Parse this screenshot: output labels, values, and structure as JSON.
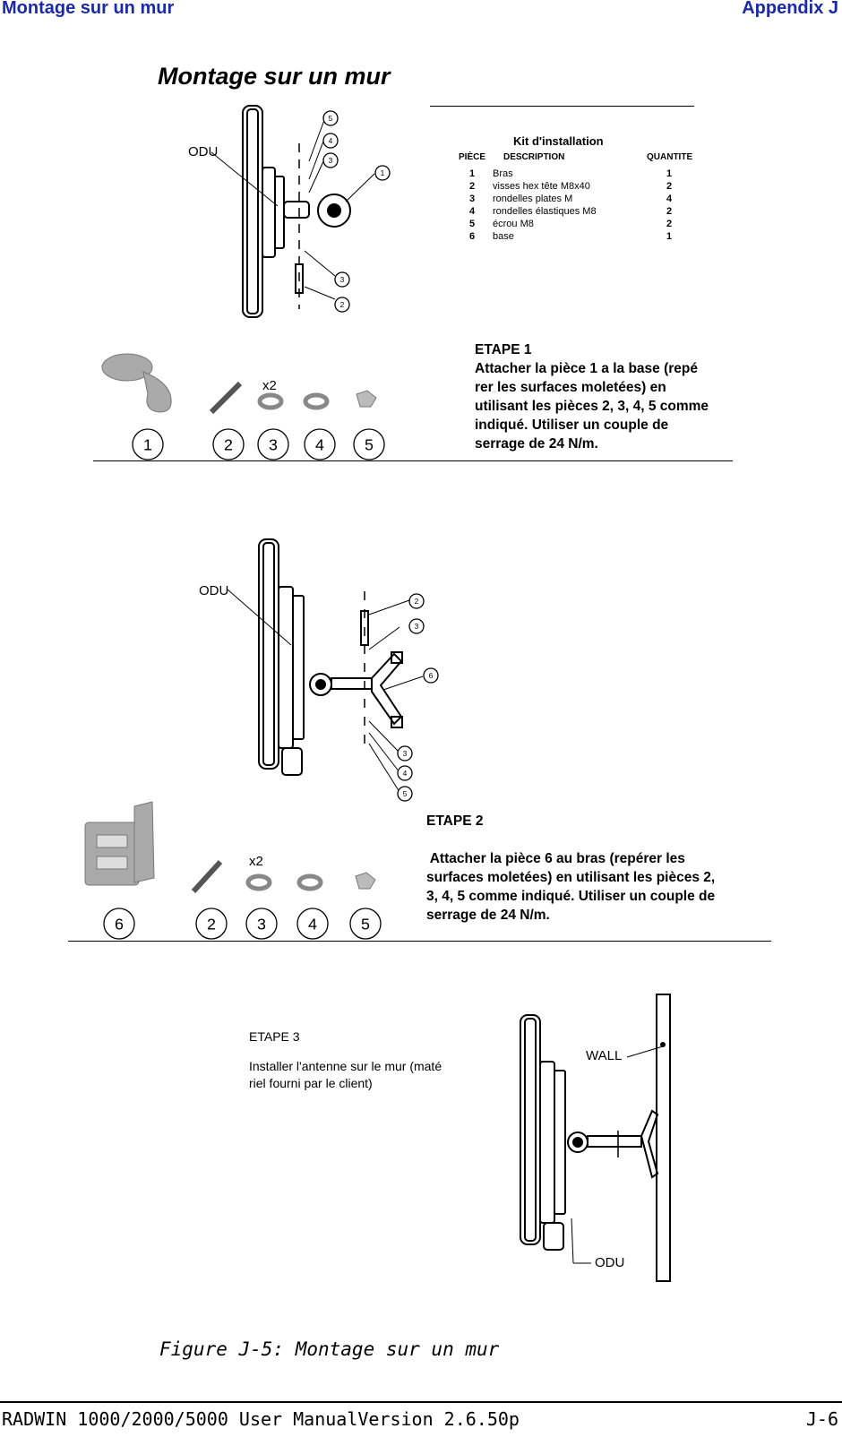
{
  "header": {
    "left": "Montage sur un mur",
    "right": "Appendix J"
  },
  "title": "Montage sur un mur",
  "kit": {
    "title": "Kit d'installation",
    "col_piece": "PIÈCE",
    "col_desc": "DESCRIPTION",
    "col_qty": "QUANTITE",
    "rows": [
      {
        "n": "1",
        "d": "Bras",
        "q": "1"
      },
      {
        "n": "2",
        "d": "visses hex tête M8x40",
        "q": "2"
      },
      {
        "n": "3",
        "d": "rondelles plates M",
        "q": "4"
      },
      {
        "n": "4",
        "d": "rondelles élastiques M8",
        "q": "2"
      },
      {
        "n": "5",
        "d": "écrou M8",
        "q": "2"
      },
      {
        "n": "6",
        "d": "base",
        "q": "1"
      }
    ]
  },
  "drawing_labels": {
    "odu": "ODU",
    "wall": "WALL",
    "x2": "x2"
  },
  "step1": {
    "title": "ETAPE 1",
    "lines": [
      "Attacher la pièce 1 a la base  (repé",
      "rer les surfaces moletées) en",
      "utilisant les pièces 2, 3, 4, 5 comme",
      "indiqué. Utiliser un couple de",
      "serrage de 24 N/m."
    ],
    "parts": [
      "1",
      "2",
      "3",
      "4",
      "5"
    ]
  },
  "step2": {
    "title": "ETAPE 2",
    "lines": [
      " Attacher la pièce 6 au bras (repérer les",
      "surfaces moletées) en utilisant les pièces 2,",
      "3, 4, 5 comme indiqué. Utiliser un couple de",
      "serrage de 24 N/m."
    ],
    "parts": [
      "6",
      "2",
      "3",
      "4",
      "5"
    ]
  },
  "step3": {
    "title": "ETAPE 3",
    "lines": [
      "Installer l'antenne sur le mur (maté",
      "riel fourni par le client)"
    ]
  },
  "callouts_a": [
    "5",
    "4",
    "3",
    "1",
    "3",
    "2"
  ],
  "callouts_b": [
    "2",
    "3",
    "6",
    "3",
    "4",
    "5"
  ],
  "caption": "Figure J-5: Montage sur un mur",
  "footer": {
    "left": "RADWIN 1000/2000/5000 User ManualVersion  2.6.50p",
    "right": "J-6"
  }
}
